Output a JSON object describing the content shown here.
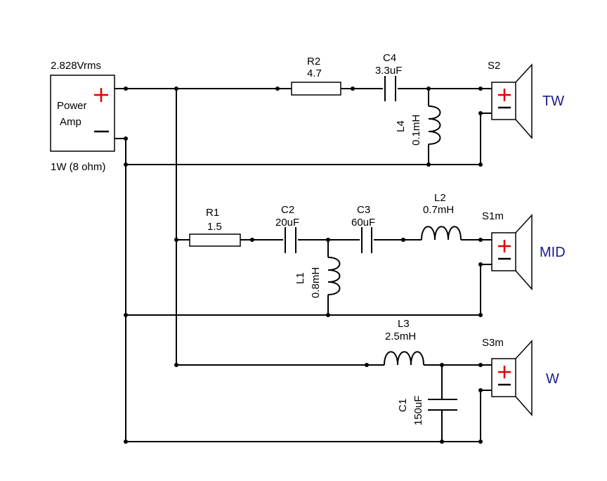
{
  "amp": {
    "voltage": "2.828Vrms",
    "line1": "Power",
    "line2": "Amp",
    "power": "1W (8 ohm)"
  },
  "components": {
    "r2": {
      "name": "R2",
      "value": "4.7"
    },
    "c4": {
      "name": "C4",
      "value": "3.3uF"
    },
    "l4": {
      "name": "L4",
      "value": "0.1mH"
    },
    "r1": {
      "name": "R1",
      "value": "1.5"
    },
    "c2": {
      "name": "C2",
      "value": "20uF"
    },
    "c3": {
      "name": "C3",
      "value": "60uF"
    },
    "l2": {
      "name": "L2",
      "value": "0.7mH"
    },
    "l1": {
      "name": "L1",
      "value": "0.8mH"
    },
    "l3": {
      "name": "L3",
      "value": "2.5mH"
    },
    "c1": {
      "name": "C1",
      "value": "150uF"
    }
  },
  "speakers": {
    "s2": {
      "name": "S2",
      "label": "TW"
    },
    "s1m": {
      "name": "S1m",
      "label": "MID"
    },
    "s3m": {
      "name": "S3m",
      "label": "W"
    }
  },
  "colors": {
    "plus": "#e00000",
    "driver_label": "#1a1a8c"
  }
}
